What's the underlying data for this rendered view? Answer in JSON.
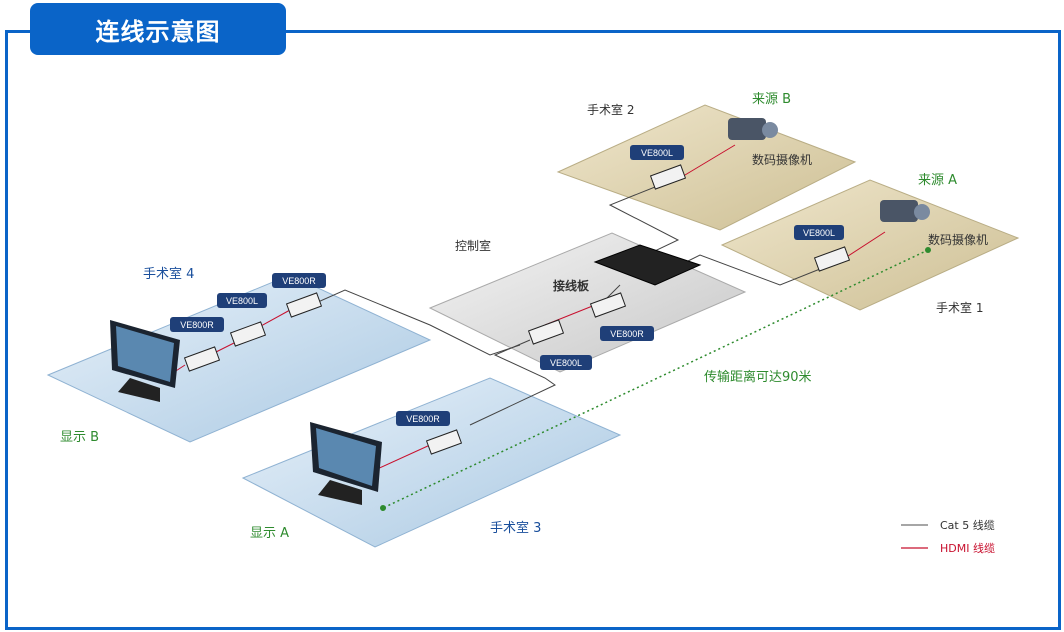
{
  "title": "连线示意图",
  "labels": {
    "room2": "手术室 2",
    "room1": "手术室 1",
    "room3": "手术室 3",
    "room4": "手术室 4",
    "control_room": "控制室",
    "patch_panel": "接线板",
    "source_b": "来源 B",
    "source_a": "来源 A",
    "camera_b": "数码摄像机",
    "camera_a": "数码摄像机",
    "display_b": "显示 B",
    "display_a": "显示 A",
    "distance": "传输距离可达90米"
  },
  "badges": [
    "VE800L",
    "VE800L",
    "VE800R",
    "VE800L",
    "VE800R",
    "VE800R",
    "VE800L",
    "VE800R"
  ],
  "legend": {
    "cat5": "Cat 5 线缆",
    "hdmi": "HDMI 线缆"
  },
  "colors": {
    "accent": "#0a64c8",
    "hdmi": "#c8102e",
    "cat5": "#555555",
    "green": "#2e8b2e"
  }
}
